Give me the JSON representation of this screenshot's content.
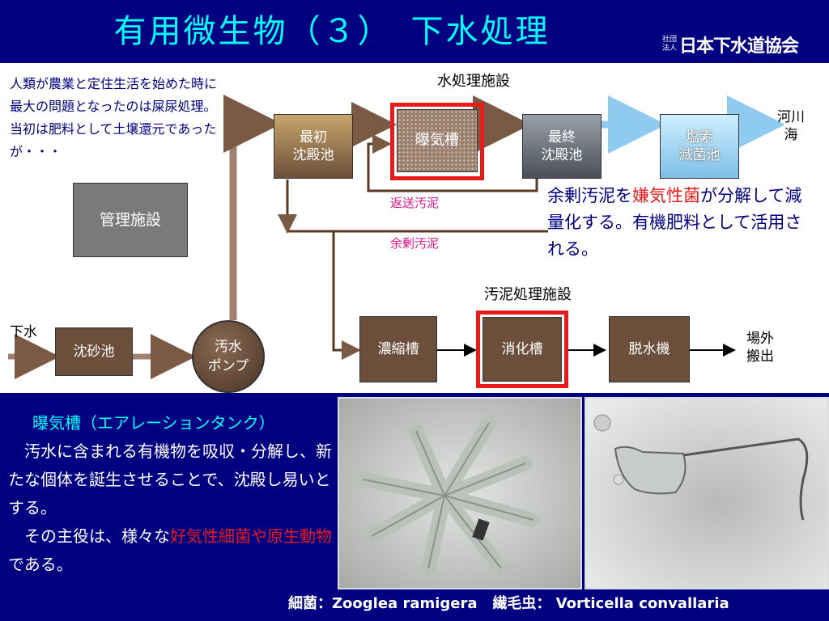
{
  "header": {
    "title": "有用微生物（３）　下水処理",
    "logo_mark_top": "社団",
    "logo_mark_bottom": "法人",
    "logo_name": "日本下水道協会"
  },
  "intro_text": "人類が農業と定住生活を始めた時に最大の問題となったのは屎尿処理。当初は肥料として土壌還元であったが・・・",
  "diagram": {
    "water_section_label": "水処理施設",
    "sludge_section_label": "汚泥処理施設",
    "boxes": {
      "management": "管理施設",
      "primary": "最初\n沈殿池",
      "aeration": "曝気槽",
      "final": "最終\n沈殿池",
      "chlorine": "塩素\n滅菌池",
      "grit": "沈砂池",
      "pump": "汚水\nポンプ",
      "thickener": "濃縮槽",
      "digester": "消化槽",
      "dewater": "脱水機"
    },
    "labels": {
      "sewage_in": "下水",
      "river_out": "河川\n海",
      "offsite": "場外\n搬出",
      "return_sludge": "返送汚泥",
      "excess_sludge": "余剰汚泥"
    },
    "note": {
      "part1": "余剰汚泥を",
      "highlight": "嫌気性菌",
      "part2": "が分解して減量化する。有機肥料として活用される。"
    }
  },
  "caption": {
    "heading": "曝気槽（エアレーションタンク）",
    "para1": "汚水に含まれる有機物を吸収・分解し、新たな個体を誕生させることで、沈殿し易いとする。",
    "para2_part1": "その主役は、様々な",
    "para2_highlight": "好気性細菌や原生動物",
    "para2_part2": "である。"
  },
  "photos": {
    "left_icon": "zoogloea-bacteria-micrograph",
    "right_icon": "vorticella-micrograph"
  },
  "bottom_caption": {
    "bacteria_label": "細菌：",
    "bacteria_name": "Zooglea ramigera",
    "ciliate_label": "繊毛虫：",
    "ciliate_name": "Vorticella convallaria"
  },
  "colors": {
    "background": "#000080",
    "title": "#00ffff",
    "highlight": "#e81a1a",
    "sludge_label": "#e0148c",
    "box_brown": "#6b4f3a"
  }
}
